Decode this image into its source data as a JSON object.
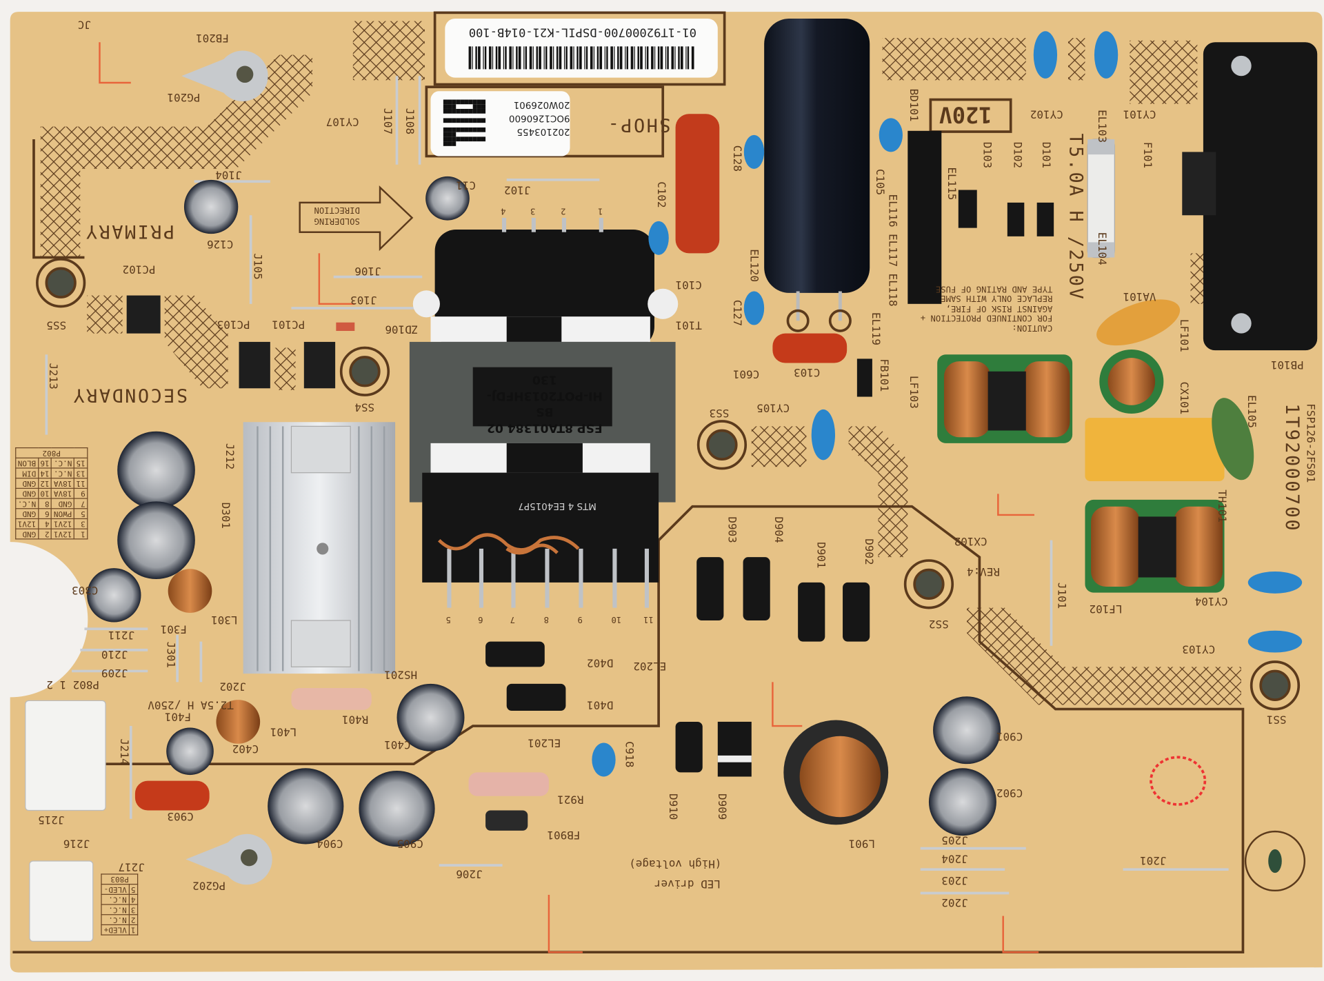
{
  "barcode_label": {
    "code": "01-1T92000700-DSPIL-K21-014B-100"
  },
  "qr_label": {
    "line1": "202103455",
    "line2": "9OC1260600",
    "line3": "20W026901"
  },
  "transformer": {
    "line1": "FSP 8TA01384 02 BS",
    "line2": "HI-POT2013HFDJ-130",
    "bottom": "MTS 4 EE4015P7",
    "pins_top": [
      "1",
      "2",
      "3",
      "4"
    ],
    "pins_bottom": [
      "5",
      "6",
      "7",
      "8",
      "9",
      "10",
      "11"
    ]
  },
  "caution": {
    "line1": "CAUTION:",
    "line2": "FOR CONTINUED PROTECTION +",
    "line3": "AGAINST RISK OF FIRE,",
    "line4": "REPLACE ONLY WITH SAME",
    "line5": "TYPE AND RATING OF FUSE"
  },
  "p802": {
    "title": "P802",
    "rows": [
      [
        "1",
        "12V1",
        "2",
        "GND"
      ],
      [
        "3",
        "12V1",
        "4",
        "12V1"
      ],
      [
        "5",
        "PWON",
        "6",
        "GND"
      ],
      [
        "7",
        "GND",
        "8",
        "N.C."
      ],
      [
        "9",
        "18VA",
        "10",
        "GND"
      ],
      [
        "11",
        "18VA",
        "12",
        "GND"
      ],
      [
        "13",
        "N.C.",
        "14",
        "DIM"
      ],
      [
        "15",
        "N.C.",
        "16",
        "BLON"
      ]
    ]
  },
  "p803": {
    "title": "P803",
    "rows": [
      [
        "1",
        "VLED+"
      ],
      [
        "2",
        "N.C."
      ],
      [
        "3",
        "N.C."
      ],
      [
        "4",
        "N.C."
      ],
      [
        "5",
        "VLED-"
      ]
    ]
  },
  "labels": [
    "JC",
    "FB201",
    "PG201",
    "CY107",
    "J107",
    "J108",
    "J104",
    "PRIMARY",
    "C126",
    "J105",
    "SOLDERING",
    "DIRECTION",
    "J102",
    "C11",
    "PC102",
    "SS5",
    "J106",
    "J103",
    "PC103",
    "PC101",
    "ZD106",
    "J213",
    "SECONDARY",
    "SS4",
    "C102",
    "C101",
    "T101",
    "C128",
    "EL120",
    "C127",
    "C103",
    "C601",
    "CY105",
    "SS3",
    "EL119",
    "EL116 EL117 EL118",
    "FB101",
    "LF103",
    "C105",
    "BD101",
    "120V",
    "CY102",
    "CY101",
    "EL115",
    "D103",
    "D102",
    "D101",
    "T5.0A H /250V",
    "F101",
    "EL103",
    "EL104",
    "VA101",
    "LF101",
    "CX101",
    "PB101",
    "EL105",
    "FSP126-2FS01",
    "1T92000700",
    "TH101",
    "CX102",
    "REV:4",
    "SS2",
    "J101",
    "LF102",
    "CY104",
    "CY103",
    "SS1",
    "D903",
    "D904",
    "D901",
    "D902",
    "EL202",
    "D402",
    "D401",
    "HS201",
    "J202",
    "J209",
    "P802 1 2",
    "T2.5A H /250V",
    "F401",
    "R401",
    "L401",
    "C401",
    "C402",
    "EL201",
    "C918",
    "D910",
    "D909",
    "J215",
    "C903",
    "R921",
    "FB901",
    "C904",
    "C905",
    "J216",
    "J217",
    "PG202",
    "J206",
    "LED driver",
    "(High voltage)",
    "L901",
    "J205",
    "J204",
    "J203",
    "J202",
    "J201",
    "C901",
    "C902",
    "SHOP-",
    "J211",
    "J210",
    "L301",
    "F301",
    "D301",
    "J212",
    "C303",
    "J214",
    "J301"
  ],
  "colors": {
    "board": "#e6c286",
    "silkscreen": "#5b3a1c",
    "copper_marker": "#e8643a",
    "ycap": "#2a86cc"
  }
}
